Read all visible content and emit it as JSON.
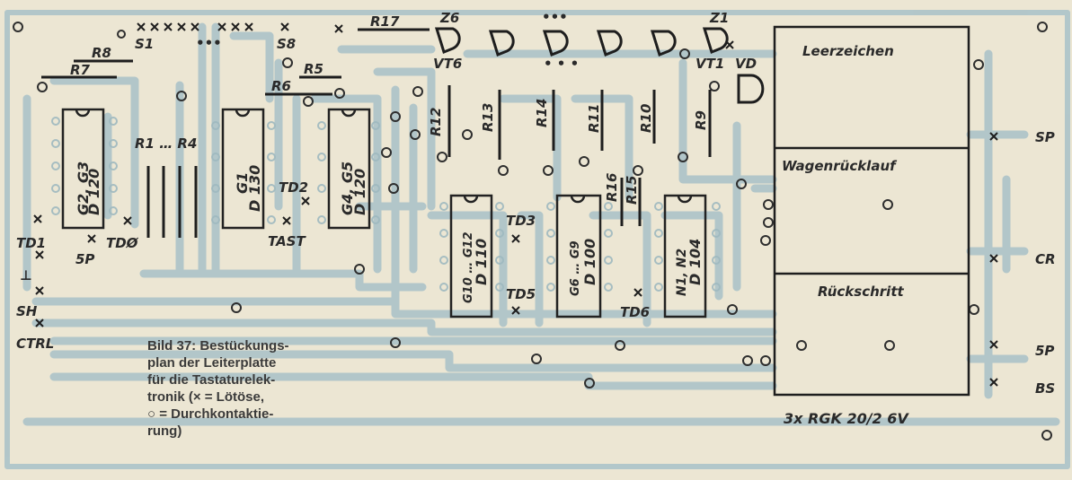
{
  "caption": {
    "line1": "Bild 37: Bestückungs-",
    "line2": "plan der Leiterplatte",
    "line3": "für die Tastaturelek-",
    "line4": "tronik (× = Lötöse,",
    "line5": "○ = Durchkontaktie-",
    "line6": "rung)"
  },
  "chips": [
    {
      "id": "g2g3",
      "line1": "G2, G3",
      "line2": "D 120"
    },
    {
      "id": "g1",
      "line1": "G1",
      "line2": "D 130"
    },
    {
      "id": "g4g5",
      "line1": "G4, G5",
      "line2": "D 120"
    },
    {
      "id": "g10g12",
      "line1": "G10 … G12",
      "line2": "D 110"
    },
    {
      "id": "g6g9",
      "line1": "G6 … G9",
      "line2": "D 100"
    },
    {
      "id": "n1n2",
      "line1": "N1, N2",
      "line2": "D 104"
    }
  ],
  "relays": {
    "r1": "Leerzeichen",
    "r2": "Wagenrücklauf",
    "r3": "Rückschritt",
    "type": "3x  RGK  20/2   6V"
  },
  "labels": {
    "R8": "R8",
    "R7": "R7",
    "S1": "S1",
    "S8": "S8",
    "R5": "R5",
    "R6": "R6",
    "R17": "R17",
    "Z6": "Z6",
    "Z1": "Z1",
    "VT6": "VT6",
    "VT1": "VT1",
    "VD": "VD",
    "R12": "R12",
    "R13": "R13",
    "R14": "R14",
    "R11": "R11",
    "R10": "R10",
    "R9": "R9",
    "R16": "R16",
    "R15": "R15",
    "R1R4": "R1 … R4",
    "TD1": "TD1",
    "TD0": "TDØ",
    "5P_left": "5P",
    "TD2": "TD2",
    "TAST": "TAST",
    "TD3": "TD3",
    "TD5": "TD5",
    "TD6": "TD6",
    "GND": "⊥",
    "SH": "SH",
    "CTRL": "CTRL",
    "SP": "SP",
    "CR": "CR",
    "5P_right": "5P",
    "BS": "BS",
    "dots_top": "•••",
    "dots_s": "• • •"
  },
  "colors": {
    "paper": "#ece6d3",
    "trace": "#9fb9c0",
    "ink": "#2a2a2a"
  }
}
